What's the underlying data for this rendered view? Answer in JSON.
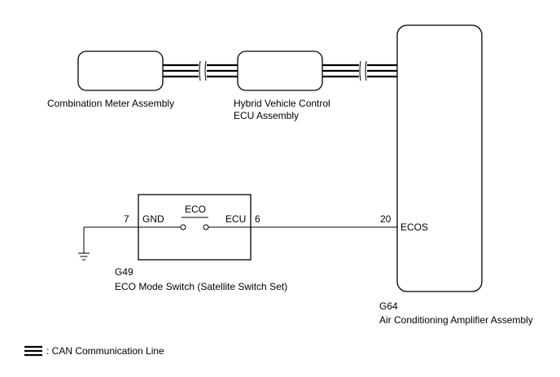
{
  "components": {
    "combination_meter": {
      "label": "Combination Meter Assembly"
    },
    "hv_control_ecu": {
      "label_line1": "Hybrid Vehicle Control",
      "label_line2": "ECU Assembly"
    },
    "eco_switch": {
      "code": "G49",
      "label": "ECO Mode Switch (Satellite Switch Set)",
      "contact_label": "ECO",
      "pin_gnd": {
        "number": "7",
        "name": "GND"
      },
      "pin_ecu": {
        "number": "6",
        "name": "ECU"
      }
    },
    "ac_amplifier": {
      "code": "G64",
      "label": "Air Conditioning Amplifier Assembly",
      "pin_ecos": {
        "number": "20",
        "name": "ECOS"
      }
    }
  },
  "legend": {
    "can_line": ": CAN Communication Line"
  },
  "colors": {
    "line": "#000000",
    "box_fill": "#ffffff",
    "background": "#ffffff"
  }
}
